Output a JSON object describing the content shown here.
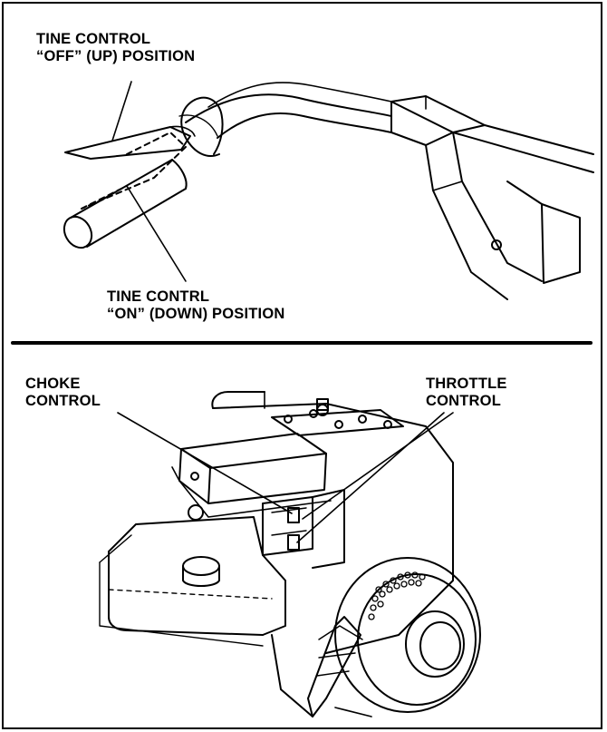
{
  "figure": {
    "top_panel": {
      "label_off": {
        "line1": "TINE CONTROL",
        "line2": "“OFF” (UP) POSITION"
      },
      "label_on": {
        "line1": "TINE CONTRL",
        "line2": "“ON” (DOWN) POSITION"
      }
    },
    "bottom_panel": {
      "label_choke": {
        "line1": "CHOKE",
        "line2": "CONTROL"
      },
      "label_throttle": {
        "line1": "THROTTLE",
        "line2": "CONTROL"
      }
    }
  }
}
